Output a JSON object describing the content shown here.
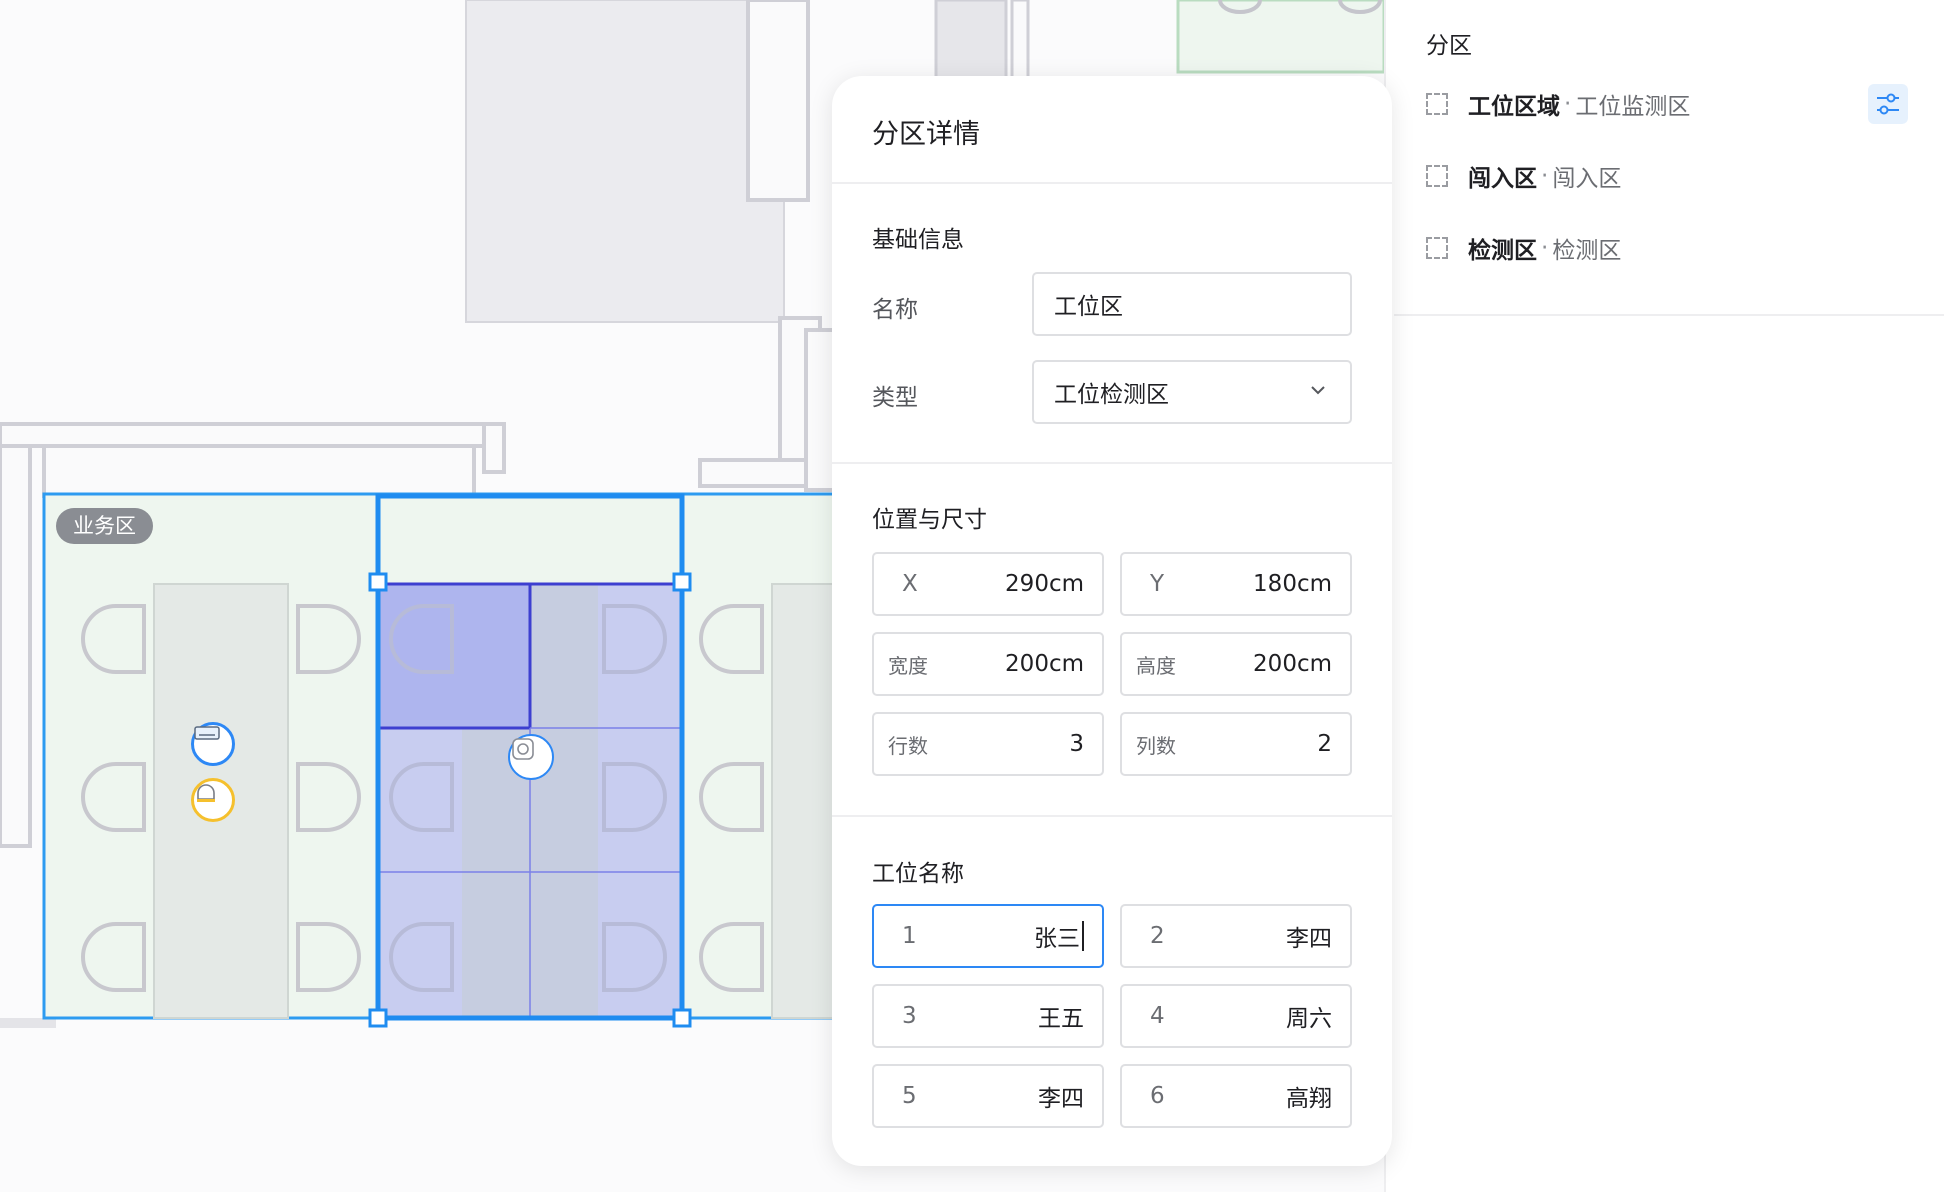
{
  "canvas": {
    "zone_tag": "业务区"
  },
  "panel": {
    "title": "分区详情",
    "basic": {
      "section_title": "基础信息",
      "name_label": "名称",
      "name_value": "工位区",
      "type_label": "类型",
      "type_value": "工位检测区"
    },
    "position": {
      "section_title": "位置与尺寸",
      "x_label": "X",
      "x_value": "290cm",
      "y_label": "Y",
      "y_value": "180cm",
      "width_label": "宽度",
      "width_value": "200cm",
      "height_label": "高度",
      "height_value": "200cm",
      "rows_label": "行数",
      "rows_value": "3",
      "cols_label": "列数",
      "cols_value": "2"
    },
    "seats": {
      "section_title": "工位名称",
      "items": [
        {
          "index": "1",
          "name": "张三"
        },
        {
          "index": "2",
          "name": "李四"
        },
        {
          "index": "3",
          "name": "王五"
        },
        {
          "index": "4",
          "name": "周六"
        },
        {
          "index": "5",
          "name": "李四"
        },
        {
          "index": "6",
          "name": "高翔"
        }
      ]
    }
  },
  "sidebar": {
    "title": "分区",
    "items": [
      {
        "name": "工位区域",
        "sep": "·",
        "sub": "工位监测区"
      },
      {
        "name": "闯入区",
        "sep": "·",
        "sub": "闯入区"
      },
      {
        "name": "检测区",
        "sep": "·",
        "sub": "检测区"
      }
    ]
  },
  "colors": {
    "accent": "#2d88f5",
    "zone_fill": "#eef6ef",
    "selected_fill": "#c8cdf0",
    "highlight_fill": "#aeb5ee"
  },
  "icons": {
    "chevron": "chevron-down-icon",
    "filter": "filter-icon",
    "sensor": "sensor-icon",
    "camera": "camera-icon",
    "alarm": "alarm-icon"
  }
}
